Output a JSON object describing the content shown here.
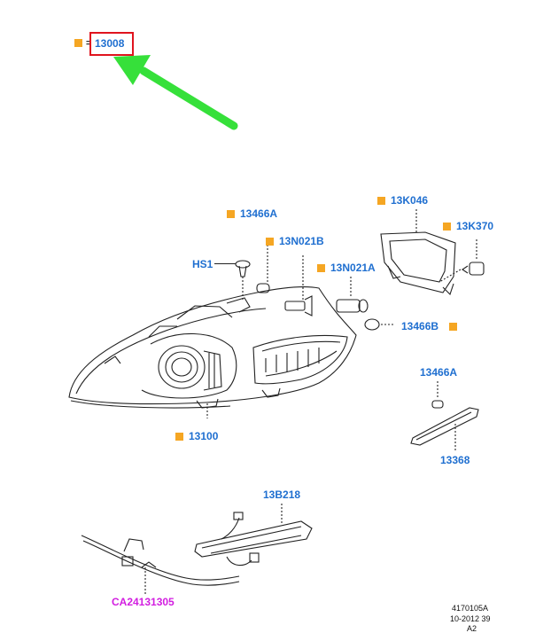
{
  "legend": {
    "part_number": "13008",
    "equals": "="
  },
  "parts": {
    "p13466A_top": "13466A",
    "p13N021B": "13N021B",
    "pHS1": "HS1",
    "p13N021A": "13N021A",
    "p13K046": "13K046",
    "p13K370": "13K370",
    "p13466B": "13466B",
    "p13100": "13100",
    "p13466A_right": "13466A",
    "p13368": "13368",
    "p13B218": "13B218"
  },
  "wiring_ref": "CA24131305",
  "footer": {
    "drawing_id": "4170105A",
    "date_code": "10-2012 39",
    "sheet": "A2"
  },
  "colors": {
    "part_label": "#1f6fd0",
    "marker": "#f5a623",
    "highlight_box": "#e0141e",
    "arrow": "#36e03a",
    "ref_link": "#d21ee0"
  }
}
